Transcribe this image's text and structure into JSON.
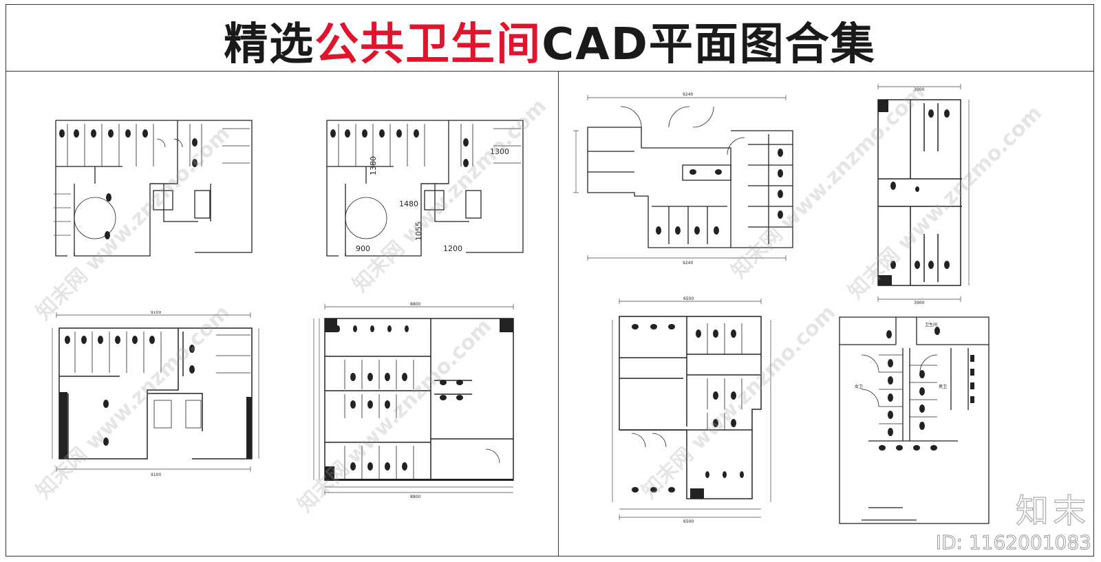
{
  "title": {
    "part1": "精选",
    "part2": "公共卫生间",
    "part3": "CAD平面图合集"
  },
  "colors": {
    "title_dark": "#1a1a1a",
    "title_accent": "#e0142c",
    "line": "#222222"
  },
  "plans": {
    "p2": {
      "dims": [
        "1300",
        "1380",
        "1480",
        "1055",
        "900",
        "1200"
      ]
    },
    "p3": {
      "top_dim": "9240",
      "bottom_dim": "9240"
    },
    "p4": {
      "top_dim": "3900",
      "bottom_dim": "3900"
    },
    "p5": {
      "top_dim": "9100",
      "bottom_dim": "9100"
    },
    "p6": {
      "top_dim": "8800",
      "bottom_dim": "8800"
    },
    "p7": {
      "top_dim": "6500",
      "bottom_dim": "6500"
    },
    "p8": {
      "label_a": "卫生间",
      "label_b": "女卫",
      "label_c": "男卫"
    }
  },
  "watermark": {
    "text": "知末网 www.znzmo.com"
  },
  "brand": {
    "logo": "知末",
    "id": "ID: 1162001083"
  }
}
